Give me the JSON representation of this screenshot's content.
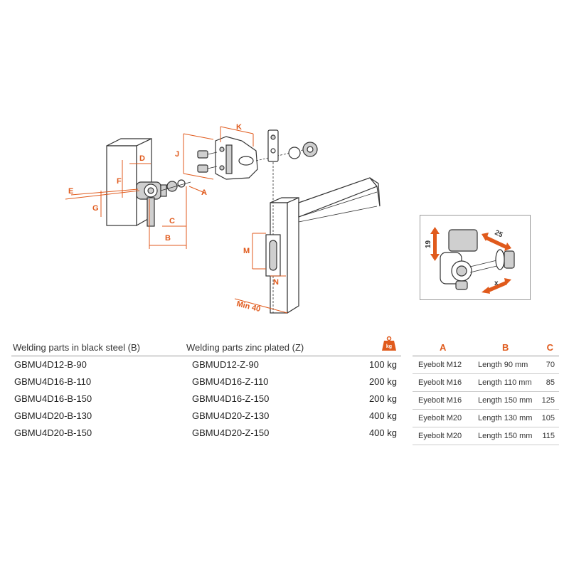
{
  "diagram": {
    "labels": {
      "A": "A",
      "B": "B",
      "C": "C",
      "D": "D",
      "E": "E",
      "F": "F",
      "G": "G",
      "J": "J",
      "K": "K",
      "M": "M",
      "N": "N",
      "min40": "Min 40"
    },
    "inset_labels": {
      "dim19": "19",
      "dim25": "25",
      "dimx": "x"
    }
  },
  "welding_table": {
    "headers": {
      "black": "Welding parts in black steel (B)",
      "zinc": "Welding parts zinc plated (Z)",
      "weight_icon_text": "kg"
    },
    "rows": [
      {
        "black": "GBMU4D12-B-90",
        "zinc": "GBMUD12-Z-90",
        "load": "100 kg"
      },
      {
        "black": "GBMU4D16-B-110",
        "zinc": "GBMU4D16-Z-110",
        "load": "200 kg"
      },
      {
        "black": "GBMU4D16-B-150",
        "zinc": "GBMU4D16-Z-150",
        "load": "200 kg"
      },
      {
        "black": "GBMU4D20-B-130",
        "zinc": "GBMU4D20-Z-130",
        "load": "400 kg"
      },
      {
        "black": "GBMU4D20-B-150",
        "zinc": "GBMU4D20-Z-150",
        "load": "400 kg"
      }
    ]
  },
  "spec_table": {
    "headers": {
      "a": "A",
      "b": "B",
      "c": "C"
    },
    "rows": [
      {
        "a": "Eyebolt M12",
        "b": "Length 90 mm",
        "c": "70"
      },
      {
        "a": "Eyebolt M16",
        "b": "Length 110 mm",
        "c": "85"
      },
      {
        "a": "Eyebolt M16",
        "b": "Length 150 mm",
        "c": "125"
      },
      {
        "a": "Eyebolt M20",
        "b": "Length 130 mm",
        "c": "105"
      },
      {
        "a": "Eyebolt M20",
        "b": "Length 150 mm",
        "c": "115"
      }
    ]
  },
  "colors": {
    "accent": "#e05a1c",
    "line": "#333333"
  }
}
